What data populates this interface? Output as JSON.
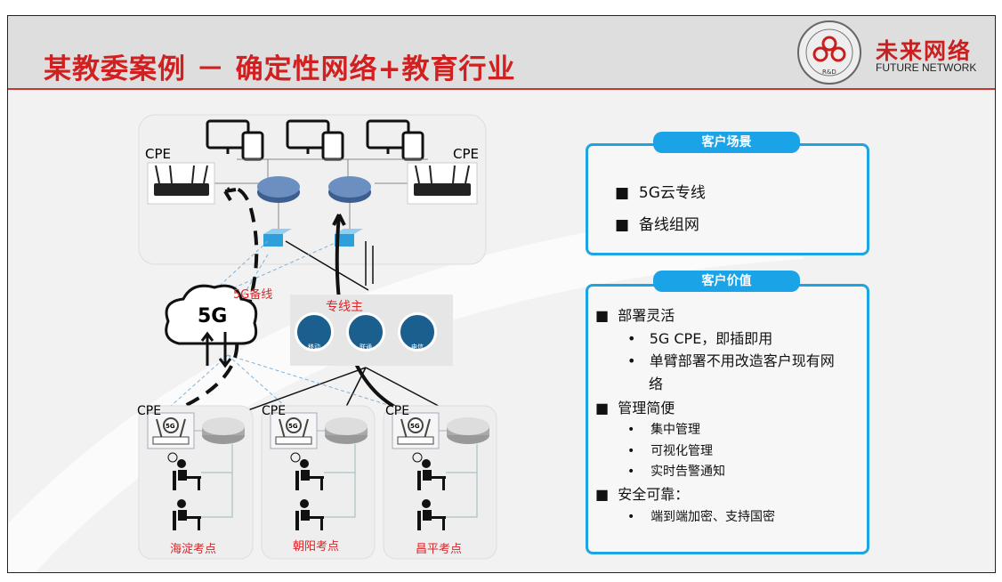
{
  "title": "某教委案例 － 确定性网络+教育行业",
  "logo": {
    "cn": "未来网络",
    "en": "FUTURE NETWORK",
    "seal_text": "R&D"
  },
  "diagram": {
    "cpe_label": "CPE",
    "backup_label": "5G备线",
    "primary_label": "专线主",
    "cloud_label": "5G",
    "carriers": [
      {
        "name": "移动",
        "color": "#1a5f8e"
      },
      {
        "name": "联通",
        "color": "#1a5f8e"
      },
      {
        "name": "电信",
        "color": "#1a5f8e"
      }
    ],
    "sites": [
      "海淀考点",
      "朝阳考点",
      "昌平考点"
    ],
    "cpe_badge": "5G"
  },
  "scenario": {
    "header": "客户场景",
    "items": [
      "5G云专线",
      "备线组网"
    ]
  },
  "value": {
    "header": "客户价值",
    "groups": [
      {
        "title": "部署灵活",
        "items": [
          "5G CPE，即插即用",
          "单臂部署不用改造客户现有网",
          "络"
        ]
      },
      {
        "title": "管理简便",
        "items": [
          "集中管理",
          "可视化管理",
          "实时告警通知"
        ]
      },
      {
        "title": "安全可靠：",
        "items": [
          "端到端加密、支持国密"
        ]
      }
    ]
  },
  "colors": {
    "accent": "#1ea4e0",
    "title": "#d21f1f",
    "label_red": "#d8262a"
  }
}
